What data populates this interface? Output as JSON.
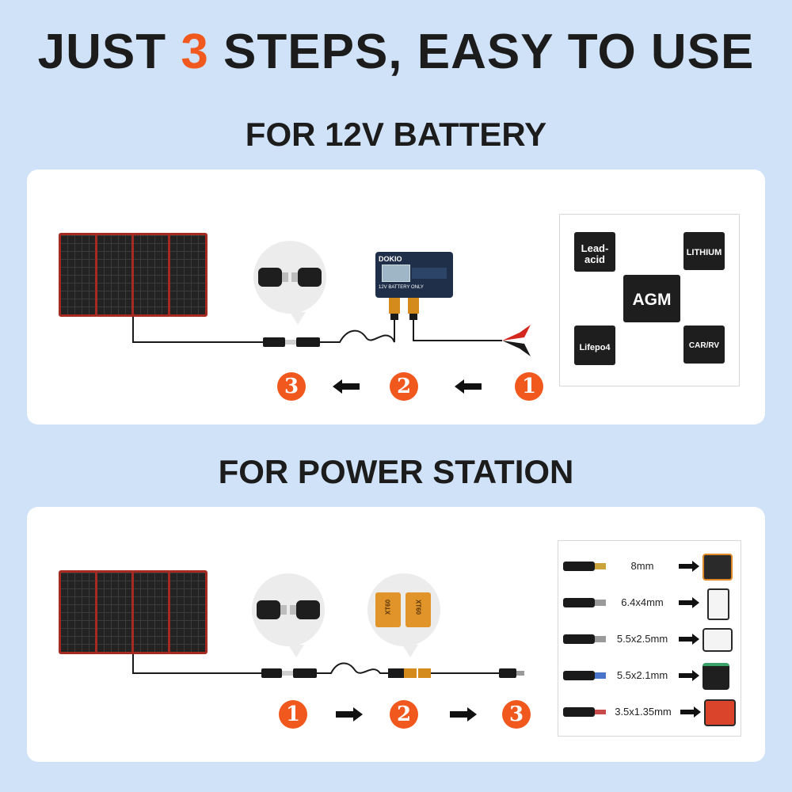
{
  "headline": {
    "prefix": "JUST ",
    "number": "3",
    "suffix": " STEPS, EASY TO USE"
  },
  "section_battery": {
    "title": "FOR 12V BATTERY",
    "steps": [
      "3",
      "2",
      "1"
    ],
    "controller": {
      "brand": "DOKIO",
      "label": "12V BATTERY ONLY"
    },
    "battery_types": [
      "Lead-acid",
      "LITHIUM",
      "AGM",
      "Lifepo4",
      "CAR/RV"
    ]
  },
  "section_station": {
    "title": "FOR POWER STATION",
    "steps": [
      "1",
      "2",
      "3"
    ],
    "xt60_labels": [
      "XT60",
      "XT60"
    ],
    "adapters": [
      "8mm",
      "6.4x4mm",
      "5.5x2.5mm",
      "5.5x2.1mm",
      "3.5x1.35mm"
    ]
  },
  "colors": {
    "accent": "#f0581e",
    "background": "#cfe2f8",
    "panel_border": "#a52a22"
  }
}
